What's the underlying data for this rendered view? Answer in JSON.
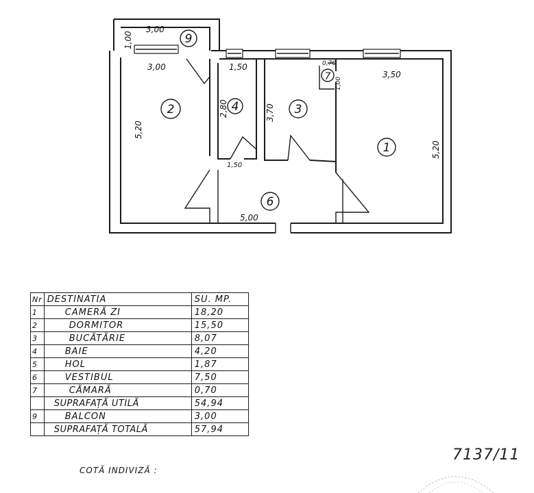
{
  "plan": {
    "rooms": [
      {
        "label": "1"
      },
      {
        "label": "2"
      },
      {
        "label": "3"
      },
      {
        "label": "4"
      },
      {
        "label": "6"
      },
      {
        "label": "7"
      },
      {
        "label": "9"
      }
    ],
    "dimensions": {
      "balcony_width": "3,00",
      "balcony_depth": "1,00",
      "room2_width": "3,00",
      "room2_length": "5,20",
      "hall_width": "1,50",
      "bath_length": "2,80",
      "kitchen_length": "3,70",
      "pantry_width": "0,70",
      "pantry_depth": "1,00",
      "room1_width": "3,50",
      "room1_length": "5,20",
      "bath_door_width": "1,50",
      "vestibule_width": "5,00"
    }
  },
  "table": {
    "headers": {
      "no": "Nr",
      "destination": "DESTINATIA",
      "area": "SU. MP."
    },
    "rows": [
      {
        "no": "1",
        "name": "CAMERĂ ZI",
        "area": "18,20"
      },
      {
        "no": "2",
        "name": "DORMITOR",
        "area": "15,50"
      },
      {
        "no": "3",
        "name": "BUCĂTĂRIE",
        "area": "8,07"
      },
      {
        "no": "4",
        "name": "BAIE",
        "area": "4,20"
      },
      {
        "no": "5",
        "name": "HOL",
        "area": "1,87"
      },
      {
        "no": "6",
        "name": "VESTIBUL",
        "area": "7,50"
      },
      {
        "no": "7",
        "name": "CĂMARĂ",
        "area": "0,70"
      },
      {
        "no": "",
        "name": "SUPRAFAȚĂ UTILĂ",
        "area": "54,94"
      },
      {
        "no": "9",
        "name": "BALCON",
        "area": "3,00"
      },
      {
        "no": "",
        "name": "SUPRAFAȚĂ TOTALĂ",
        "area": "57,94"
      }
    ]
  },
  "quota_label": "COTĂ INDIVIZĂ :",
  "reference": "7137/11"
}
